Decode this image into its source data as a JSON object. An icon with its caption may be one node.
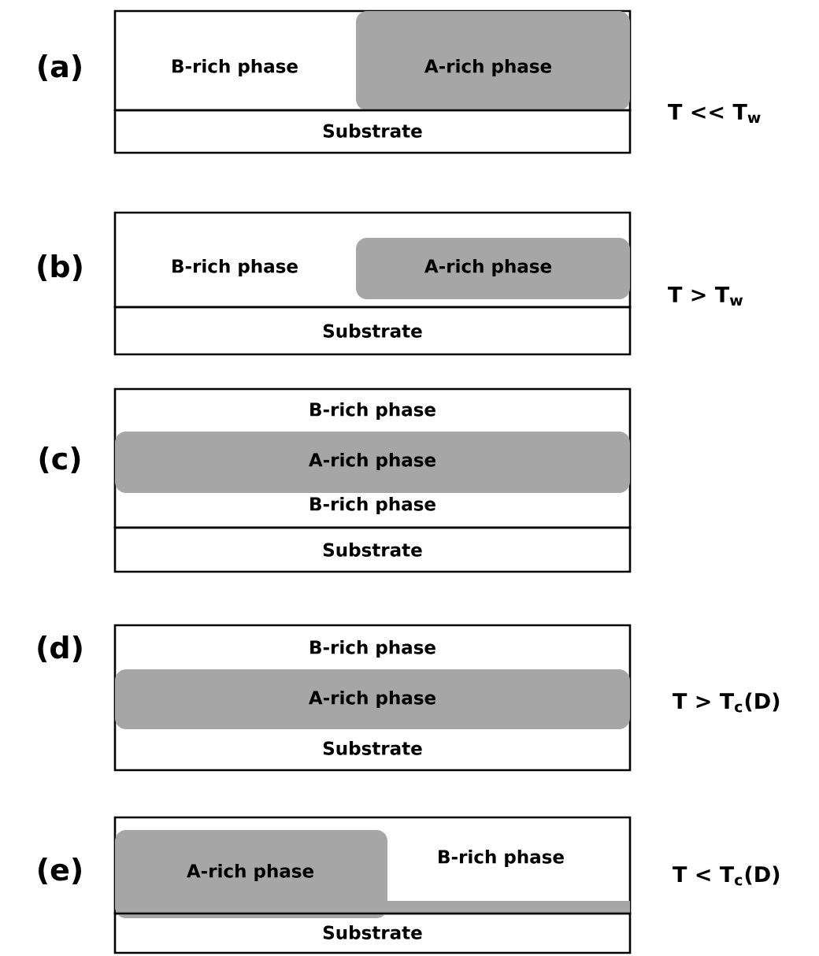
{
  "diagram": {
    "nodes": [
      {
        "text": [
          "B-rich phase"
        ]
      },
      {
        "text": [
          "A-rich phase"
        ],
        "in": 0
      },
      {
        "text": [
          "Substrate"
        ]
      },
      {
        "text": [
          "B-rich phase"
        ]
      },
      {
        "text": [
          "A-rich phase"
        ],
        "in": 3
      },
      {
        "text": [
          "Substrate"
        ]
      },
      {
        "text": [
          "B-rich phase",
          "B-rich phase"
        ]
      },
      {
        "text": [
          "A-rich phase"
        ],
        "in": 6
      },
      {
        "text": [
          "Substrate"
        ]
      },
      {
        "text": [
          "B-rich phase"
        ]
      },
      {
        "text": [
          "A-rich phase"
        ],
        "in": 9
      },
      {
        "text": [
          "Substrate"
        ],
        "in": 9
      },
      {
        "text": [
          "B-rich phase"
        ]
      },
      {
        "text": [
          "A-rich phase"
        ],
        "in": 12
      },
      {
        "text": [
          "Substrate"
        ]
      }
    ],
    "labels": [
      "(a)",
      "T << T$_{w}$",
      "(b)",
      "T > T$_{w}$",
      "(c)",
      "(d)",
      "T > T$_{c}$(D)",
      "(e)",
      "T < T$_{c}$(D)"
    ]
  }
}
